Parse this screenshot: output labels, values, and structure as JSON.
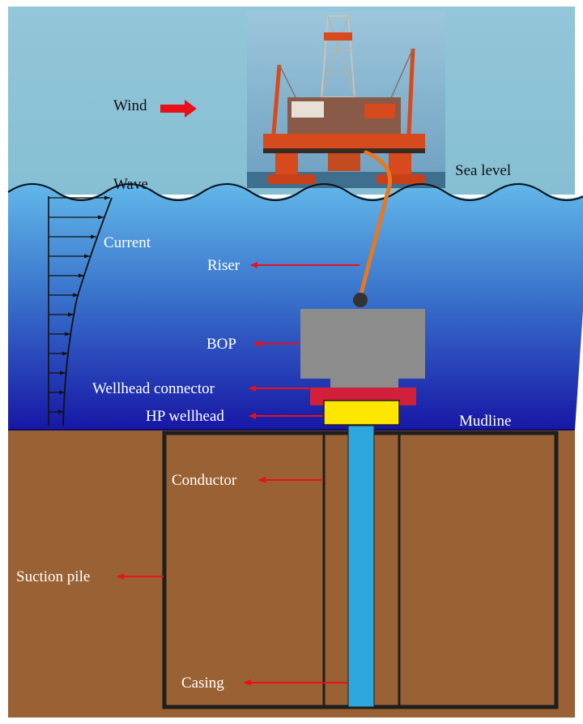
{
  "labels": {
    "wind": "Wind",
    "wave": "Wave",
    "sea_level": "Sea level",
    "current": "Current",
    "riser": "Riser",
    "bop": "BOP",
    "wellhead_connector": "Wellhead connector",
    "hp_wellhead": "HP wellhead",
    "mudline": "Mudline",
    "conductor": "Conductor",
    "suction_pile": "Suction pile",
    "casing": "Casing"
  },
  "colors": {
    "sky": "#8ec4d6",
    "sea_top": "#5aaee6",
    "sea_mid": "#2f5fc0",
    "sea_bottom": "#1a1ea8",
    "seabed": "#9a6234",
    "pile_outline": "#1e1e1e",
    "riser": "#e87722",
    "bop": "#8c8c8c",
    "connector": "#d3203a",
    "hp_wellhead": "#ffe600",
    "casing": "#2ea6de",
    "arrow": "#e8101a",
    "rig_body": "#d64a1e"
  },
  "icons": {
    "wind_arrow": "wind-arrow-icon",
    "rig_photo": "drilling-platform-image"
  }
}
